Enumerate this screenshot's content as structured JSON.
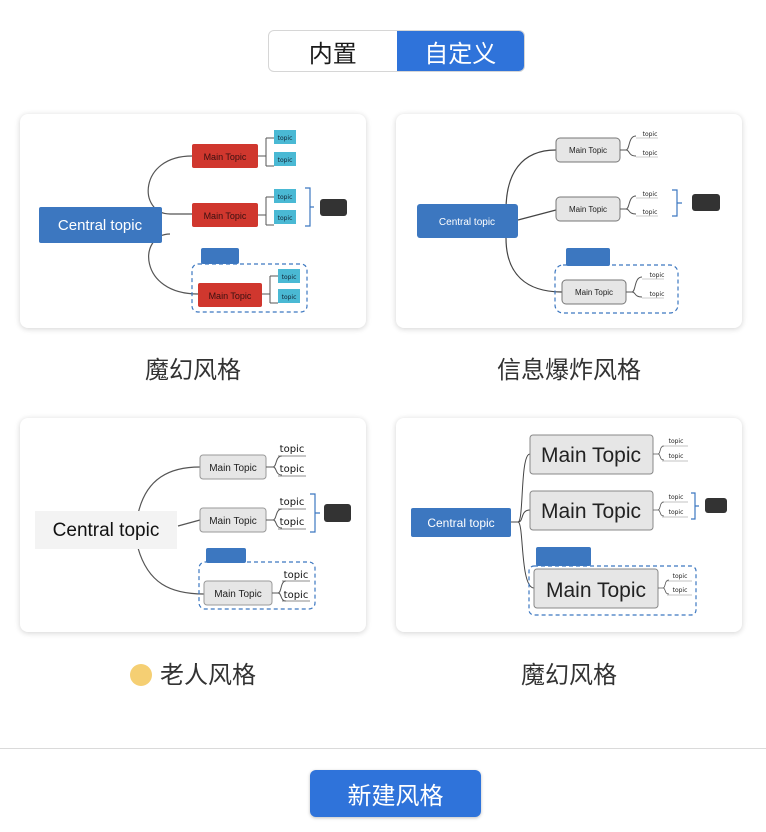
{
  "tabs": [
    {
      "label": "内置",
      "active": false
    },
    {
      "label": "自定义",
      "active": true
    }
  ],
  "styles": [
    {
      "name": "魔幻风格",
      "central": "Central topic",
      "main": "Main Topic",
      "sub": "topic"
    },
    {
      "name": "信息爆炸风格",
      "central": "Central topic",
      "main": "Main Topic",
      "sub": "topic"
    },
    {
      "name": "老人风格",
      "central": "Central topic",
      "main": "Main Topic",
      "sub": "topic"
    },
    {
      "name": "魔幻风格",
      "central": "Central topic",
      "main": "Main Topic",
      "sub": "topic"
    }
  ],
  "new_button": "新建风格",
  "colors": {
    "accent": "#2f73da",
    "central": "#3c77c0",
    "red": "#d0372e",
    "cyan": "#4ab9d4"
  }
}
